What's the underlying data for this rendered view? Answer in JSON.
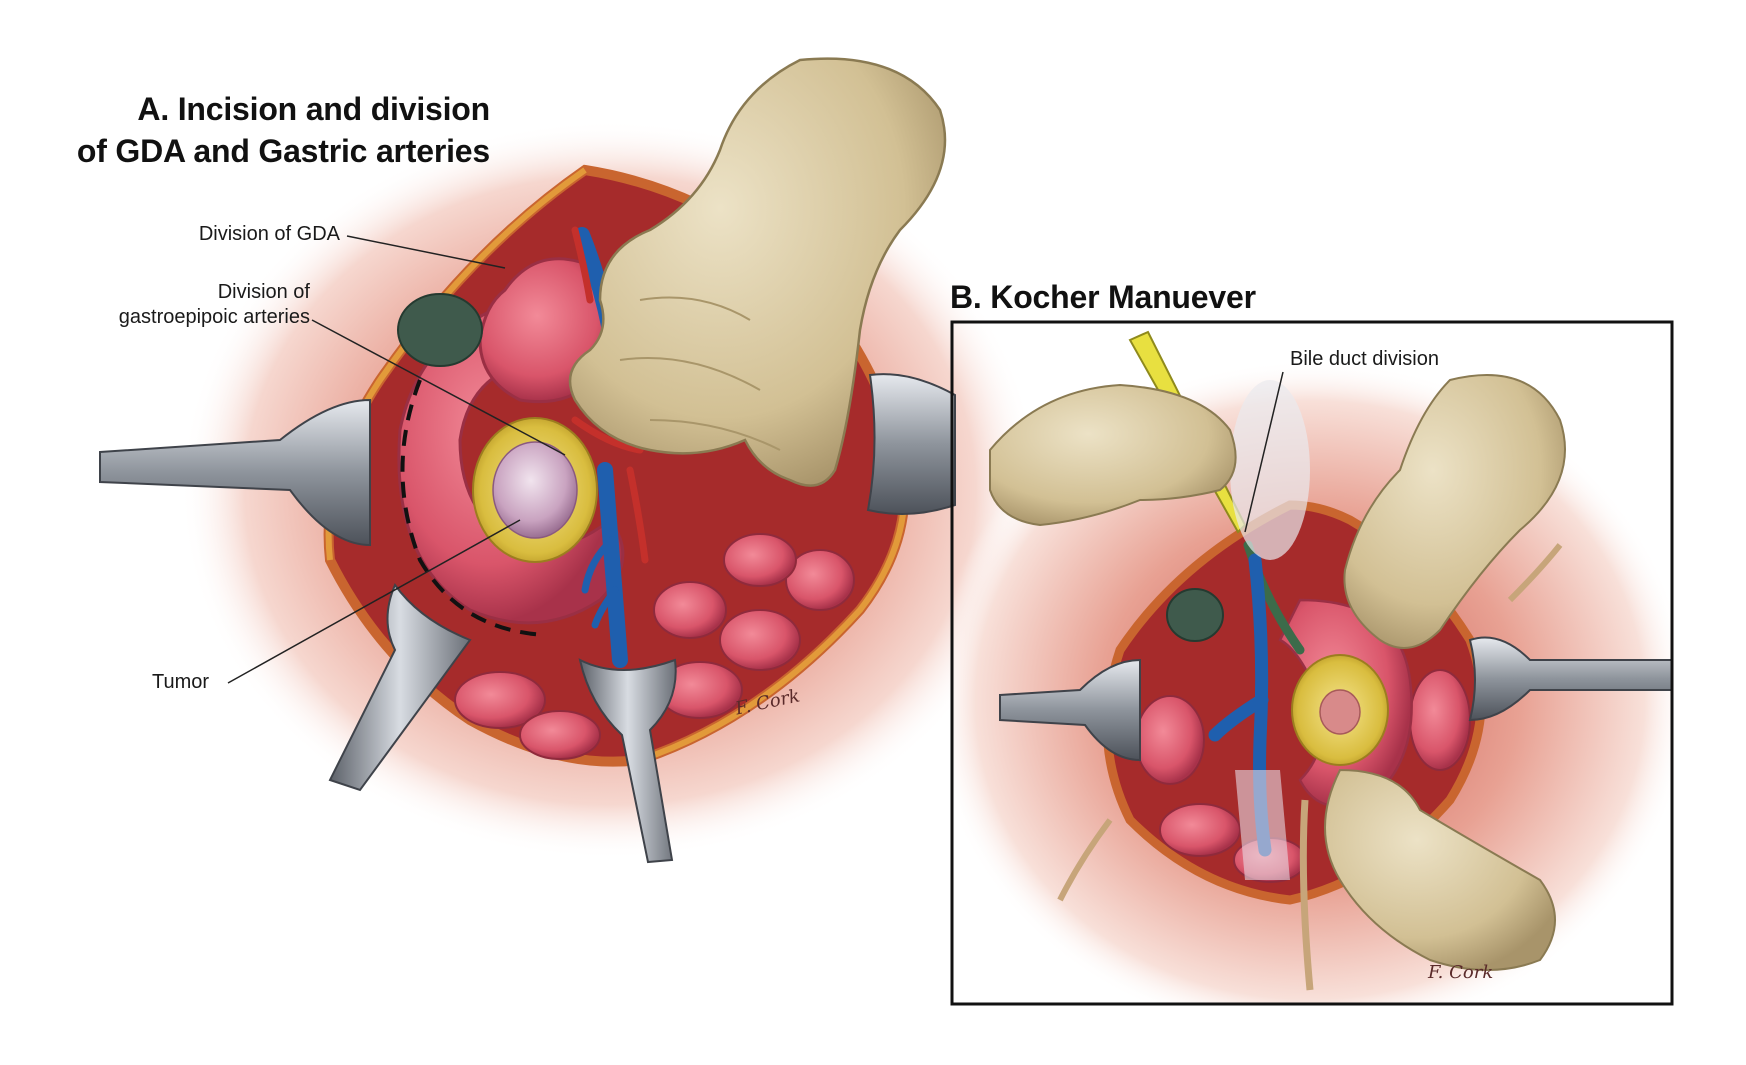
{
  "panel_a": {
    "title_line1": "A. Incision and division",
    "title_line2": "of GDA and Gastric arteries",
    "labels": {
      "gda": "Division of GDA",
      "gastroepiploic_line1": "Division of",
      "gastroepiploic_line2": "gastroepipoic arteries",
      "tumor": "Tumor"
    },
    "signature": "F. Cork"
  },
  "panel_b": {
    "title": "B. Kocher Manuever",
    "labels": {
      "bile_duct": "Bile duct division"
    },
    "signature": "F. Cork"
  },
  "colors": {
    "tissue": "#e9a59a",
    "bowel": "#d9556a",
    "vein": "#1f5fae",
    "artery": "#c4302b",
    "glove": "#d8c8a2",
    "retractor": "#8e949c",
    "pancreas": "#e8d36a",
    "frame": "#111111"
  }
}
